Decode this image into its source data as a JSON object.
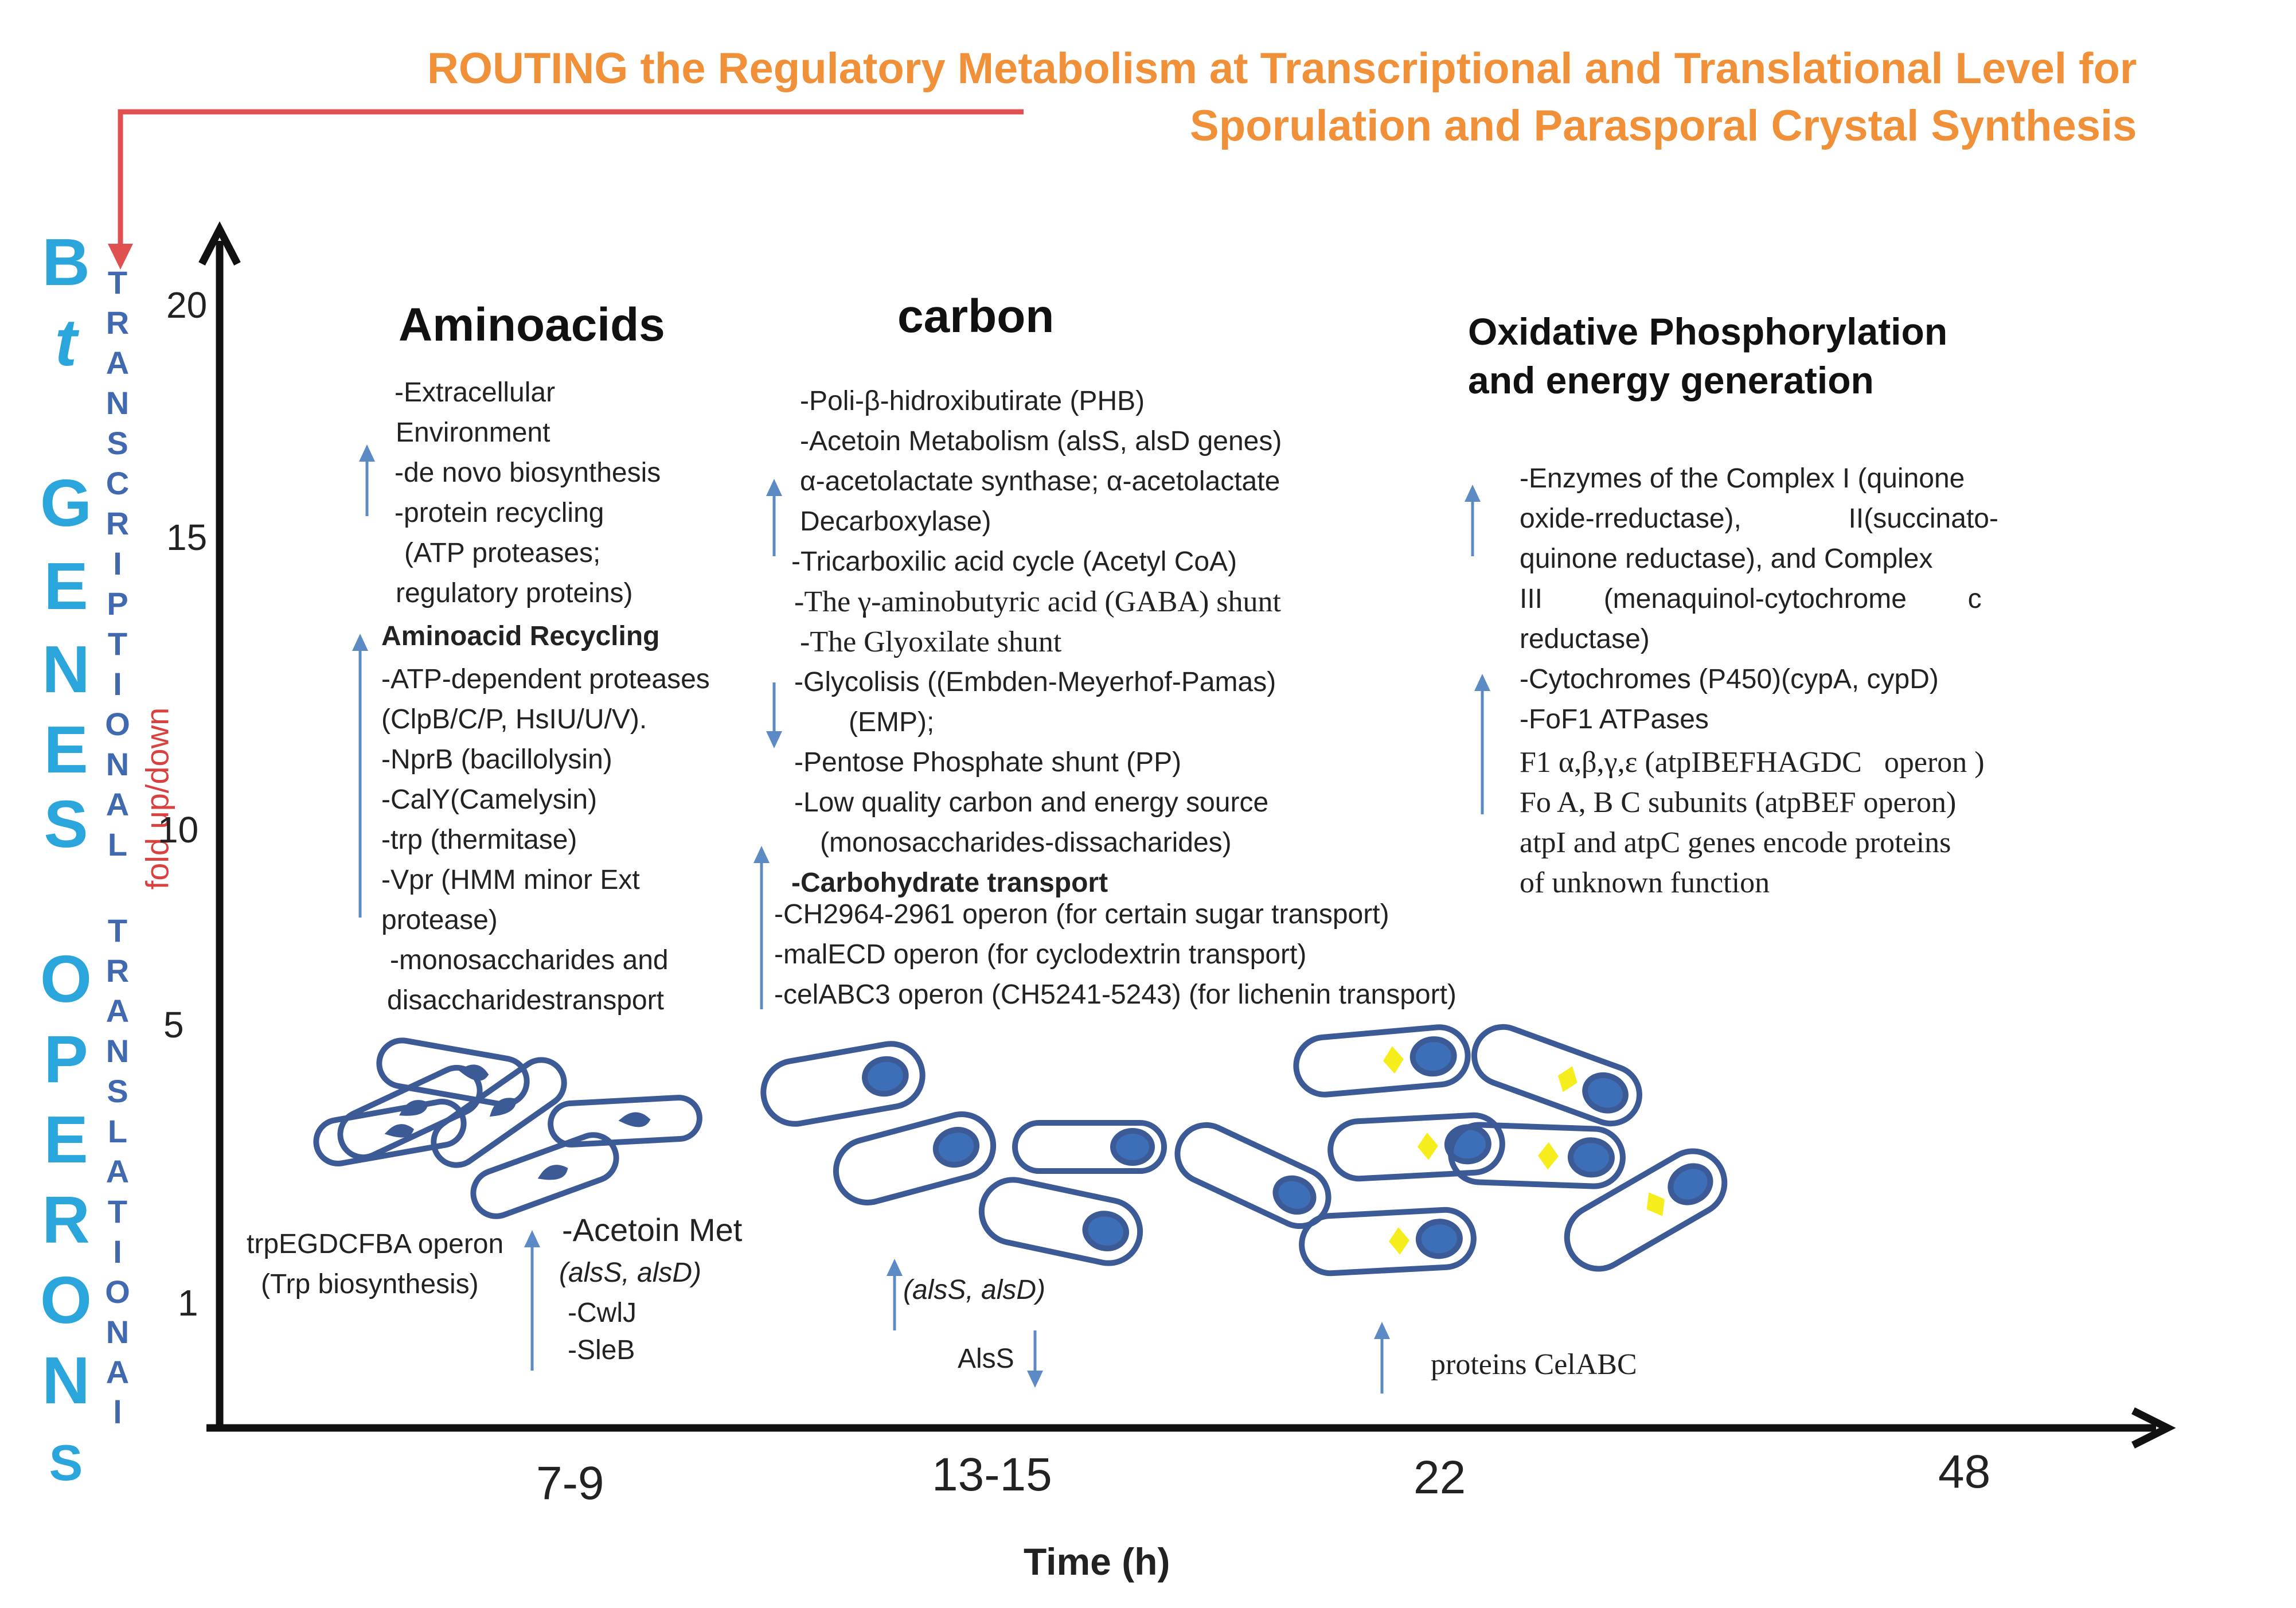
{
  "title": {
    "line1": "ROUTING the Regulatory Metabolism at Transcriptional and Translational Level for",
    "line2": "Sporulation and Parasporal Crystal Synthesis"
  },
  "left_vertical": {
    "blue_letters": [
      "B",
      "t",
      "G",
      "E",
      "N",
      "E",
      "S",
      "O",
      "P",
      "E",
      "R",
      "O",
      "N",
      "S"
    ],
    "small_letters": [
      "T",
      "R",
      "A",
      "N",
      "S",
      "C",
      "R",
      "I",
      "P",
      "T",
      "I",
      "O",
      "N",
      "A",
      "L",
      "T",
      "R",
      "A",
      "N",
      "S",
      "L",
      "A",
      "T",
      "I",
      "O",
      "N",
      "A",
      "l"
    ],
    "fold_label": "fold up/down"
  },
  "axes": {
    "y_ticks": [
      "20",
      "15",
      "10",
      "5",
      "1"
    ],
    "x_ticks": [
      "7-9",
      "13-15",
      "22",
      "48"
    ],
    "x_label": "Time (h)"
  },
  "aminoacids": {
    "heading": "Aminoacids",
    "lines": [
      "-Extracellular",
      "Environment",
      "-de novo biosynthesis",
      "-protein recycling",
      "(ATP proteases;",
      "regulatory proteins)",
      "Aminoacid Recycling",
      "-ATP-dependent  proteases",
      "(ClpB/C/P, HsIU/U/V).",
      "-NprB (bacillolysin)",
      "-CalY(Camelysin)",
      "-trp (thermitase)",
      "-Vpr (HMM minor Ext",
      "protease)",
      "-monosaccharides and",
      "disaccharidestransport"
    ]
  },
  "carbon": {
    "heading": "carbon",
    "lines": [
      "-Poli-β-hidroxibutirate (PHB)",
      "-Acetoin Metabolism (alsS, alsD genes)",
      "α-acetolactate synthase; α-acetolactate",
      "Decarboxylase)",
      "-Tricarboxilic acid cycle (Acetyl CoA)",
      "-The γ-aminobutyric acid (GABA) shunt",
      "-The Glyoxilate   shunt",
      "-Glycolisis ((Embden-Meyerhof-Pamas)",
      "(EMP);",
      "-Pentose Phosphate shunt (PP)",
      "-Low quality carbon and energy source",
      "(monosaccharides-dissacharides)",
      "-Carbohydrate transport",
      "-CH2964-2961 operon (for certain sugar transport)",
      "-malECD operon (for cyclodextrin transport)",
      "-celABC3 operon (CH5241-5243) (for lichenin transport)"
    ]
  },
  "oxidative": {
    "heading1": "Oxidative Phosphorylation",
    "heading2": "and energy generation",
    "lines": [
      "-Enzymes of the Complex I (quinone",
      "oxide-rreductase),              II(succinato-",
      "quinone reductase), and Complex",
      "III        (menaquinol-cytochrome        c",
      "reductase)",
      "-Cytochromes (P450)(cypA, cypD)",
      "-FoF1 ATPases",
      "F1 α,β,γ,ε (atpIBEFHAGDC   operon )",
      "Fo A, B C subunits (atpBEF operon)",
      "atpI and atpC genes encode proteins",
      "of unknown function"
    ]
  },
  "bottom": {
    "trp1": "trpEGDCFBA operon",
    "trp2": "(Trp biosynthesis)",
    "acetoin": "-Acetoin Met",
    "alss_alsd": "(alsS, alsD)",
    "cwlj": "-CwlJ",
    "sleb": "-SleB",
    "alss_alsd2": "(alsS, alsD)",
    "alss": "AlsS",
    "celabc": "proteins CelABC"
  },
  "colors": {
    "title": "#f0913a",
    "blue_letters": "#2aa6dc",
    "small_letters": "#4169b0",
    "fold_label": "#d94040",
    "red_arrow": "#e05050",
    "cell_outline": "#3c5a96",
    "cell_nucleus": "#3d6fb8",
    "crystal": "#f6ee1c",
    "small_arrow": "#5b8ac4"
  }
}
